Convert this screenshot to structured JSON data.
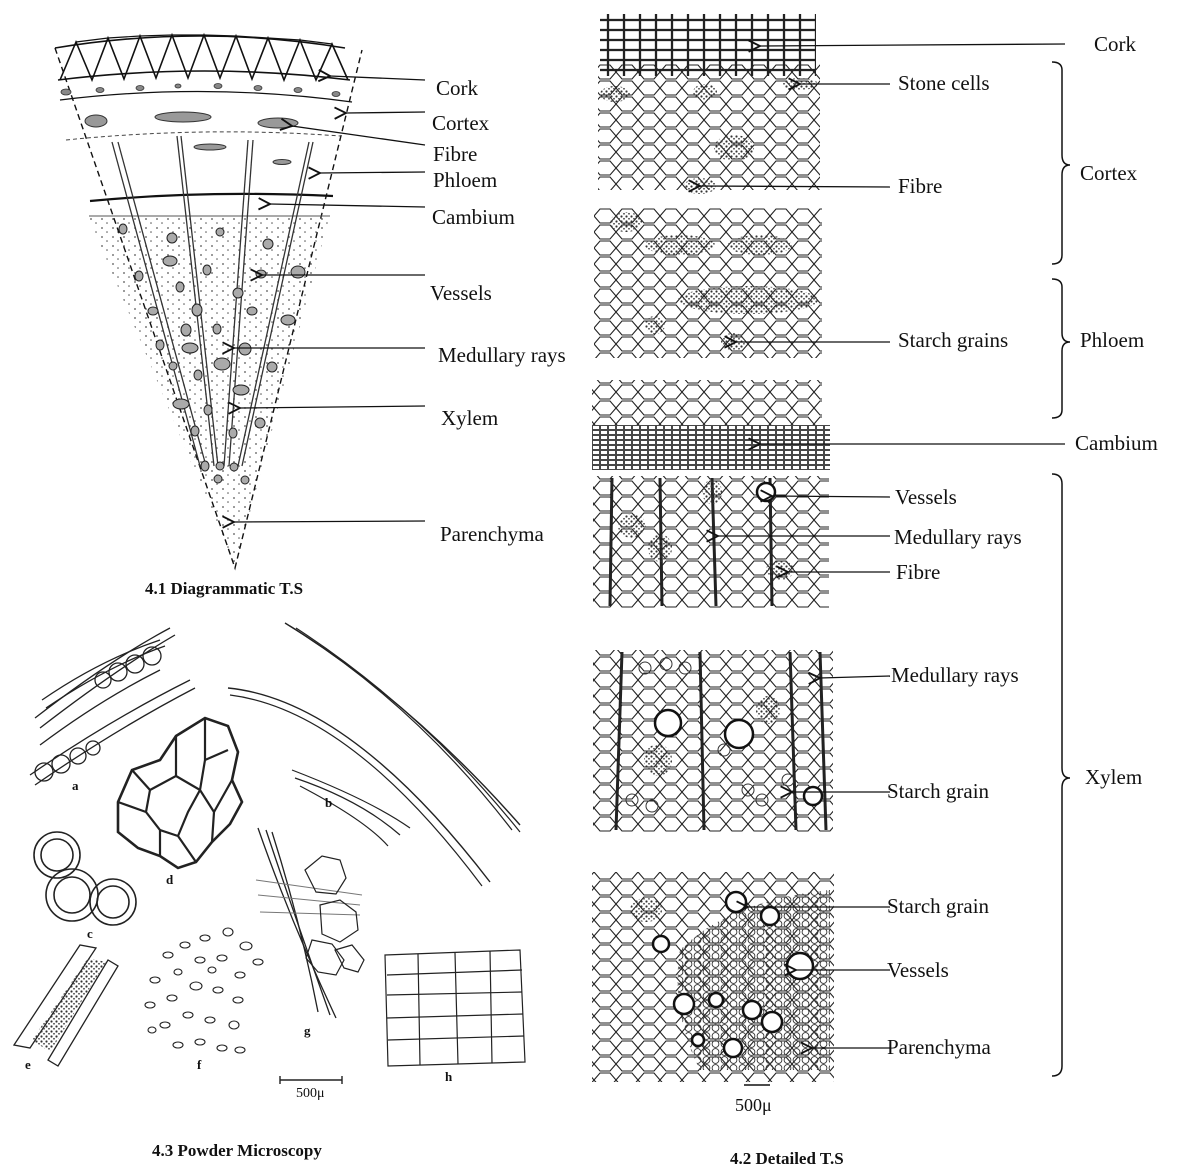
{
  "diagrammatic_ts": {
    "caption": "4.1 Diagrammatic T.S",
    "labels": {
      "cork": "Cork",
      "cortex": "Cortex",
      "fibre": "Fibre",
      "phloem": "Phloem",
      "cambium": "Cambium",
      "vessels": "Vessels",
      "medullary_rays": "Medullary rays",
      "xylem": "Xylem",
      "parenchyma": "Parenchyma"
    }
  },
  "detailed_ts": {
    "caption": "4.2 Detailed T.S",
    "scale_bar": "500μ",
    "labels": {
      "cork": "Cork",
      "stone_cells": "Stone cells",
      "fibre_cortex": "Fibre",
      "starch_grains": "Starch grains",
      "cambium": "Cambium",
      "vessels_upper": "Vessels",
      "medullary_rays_upper": "Medullary rays",
      "fibre_xylem": "Fibre",
      "medullary_rays_lower": "Medullary rays",
      "starch_grain_upper": "Starch grain",
      "starch_grain_lower": "Starch grain",
      "vessels_lower": "Vessels",
      "parenchyma": "Parenchyma"
    },
    "brackets": {
      "cortex": "Cortex",
      "phloem": "Phloem",
      "xylem": "Xylem"
    }
  },
  "powder_microscopy": {
    "caption": "4.3 Powder Microscopy",
    "scale_bar": "500μ",
    "panels": [
      "a",
      "b",
      "c",
      "d",
      "e",
      "f",
      "g",
      "h"
    ]
  }
}
